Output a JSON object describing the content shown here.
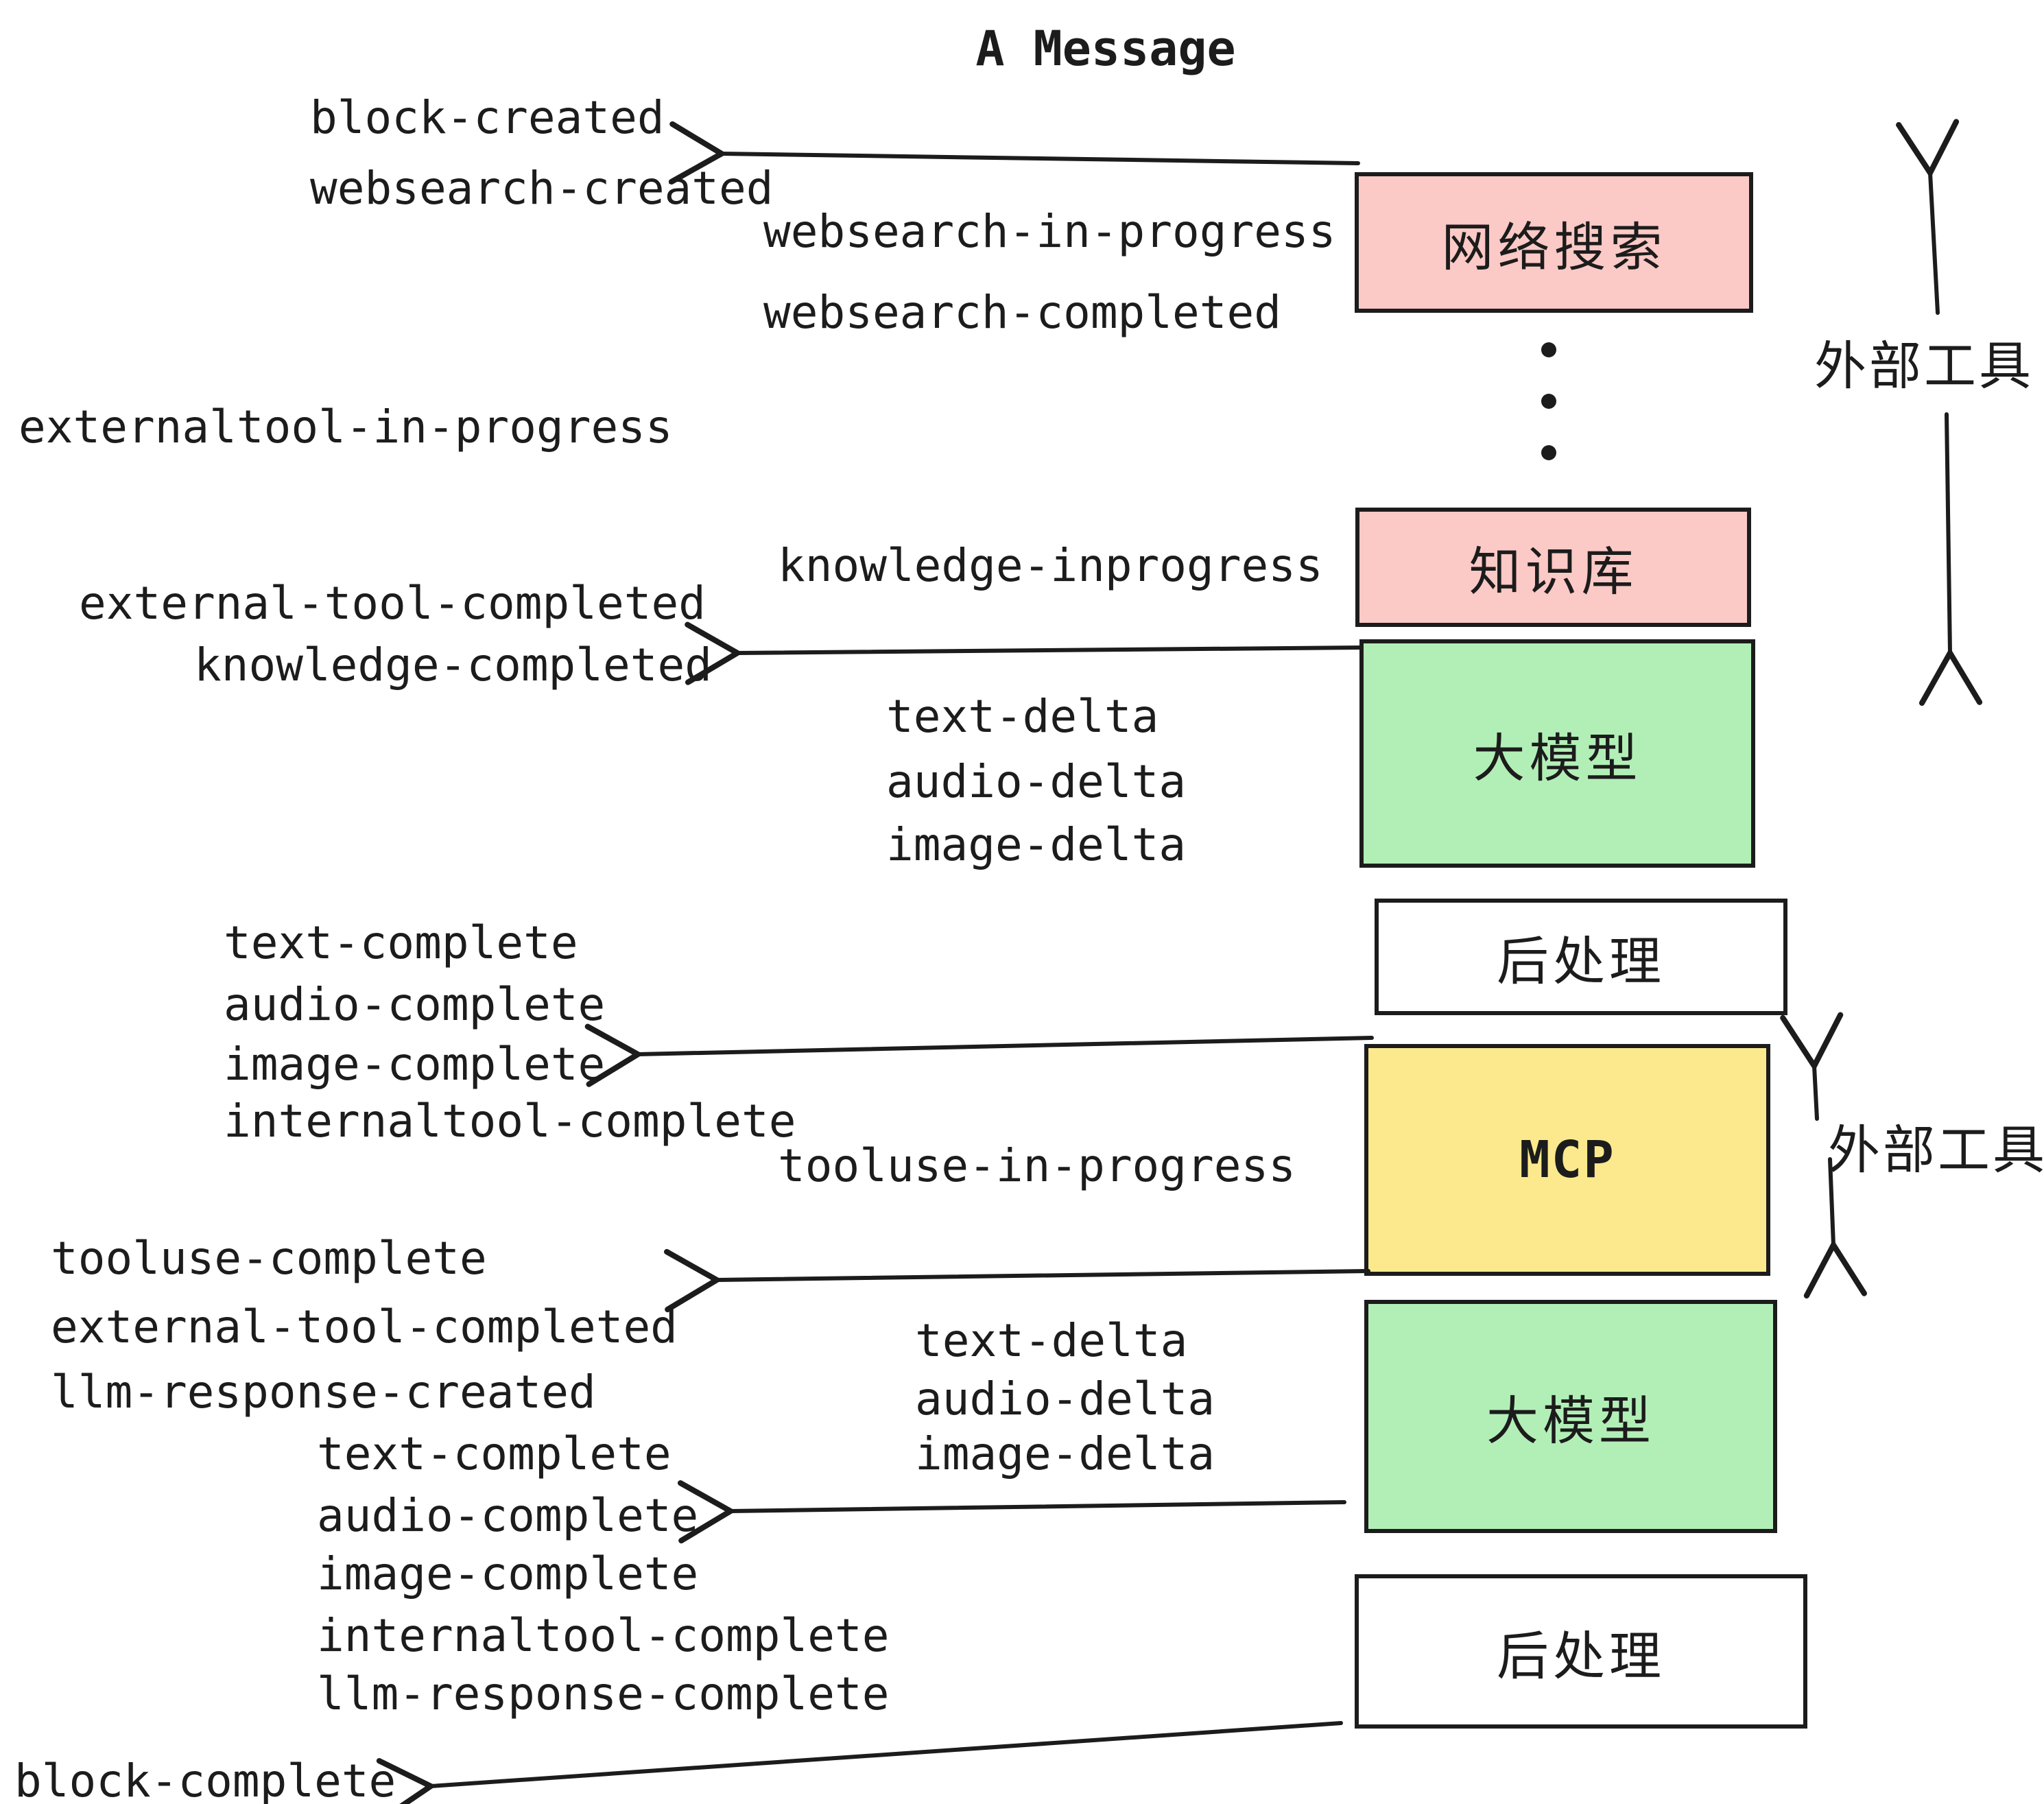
{
  "title": "A Message",
  "colors": {
    "ink": "#1c1c1c",
    "bg": "#ffffff",
    "pink": "#fbc9c6",
    "green": "#b2efb7",
    "yellow": "#fce98d",
    "white_box": "#ffffff"
  },
  "boxes": {
    "websearch": "网络搜索",
    "knowledge": "知识库",
    "llm1": "大模型",
    "post1": "后处理",
    "mcp": "MCP",
    "llm2": "大模型",
    "post2": "后处理"
  },
  "side_labels": {
    "external_tools_top": "外部工具",
    "external_tools_mcp": "外部工具"
  },
  "events": [
    {
      "text": "block-created"
    },
    {
      "text": "websearch-created"
    },
    {
      "text": "websearch-in-progress"
    },
    {
      "text": "websearch-completed"
    },
    {
      "text": "externaltool-in-progress"
    },
    {
      "text": "knowledge-inprogress"
    },
    {
      "text": "external-tool-completed"
    },
    {
      "text": "knowledge-completed"
    },
    {
      "text": "text-delta"
    },
    {
      "text": "audio-delta"
    },
    {
      "text": "image-delta"
    },
    {
      "text": "text-complete"
    },
    {
      "text": "audio-complete"
    },
    {
      "text": "image-complete"
    },
    {
      "text": "internaltool-complete"
    },
    {
      "text": "tooluse-in-progress"
    },
    {
      "text": "tooluse-complete"
    },
    {
      "text": "external-tool-completed"
    },
    {
      "text": "llm-response-created"
    },
    {
      "text": "text-complete"
    },
    {
      "text": "text-delta"
    },
    {
      "text": "audio-delta"
    },
    {
      "text": "image-delta"
    },
    {
      "text": "audio-complete"
    },
    {
      "text": "image-complete"
    },
    {
      "text": "internaltool-complete"
    },
    {
      "text": "llm-response-complete"
    },
    {
      "text": "block-complete"
    }
  ]
}
